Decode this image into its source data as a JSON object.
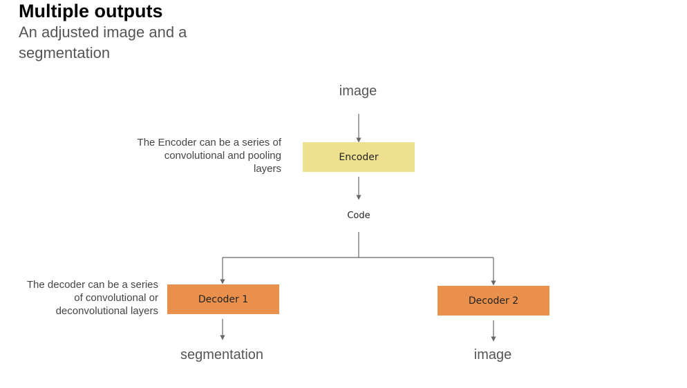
{
  "header": {
    "title": "Multiple outputs",
    "subtitle": "An adjusted image and a segmentation"
  },
  "diagram": {
    "input_label": "image",
    "encoder": {
      "label": "Encoder",
      "color": "#efe08f",
      "note": "The Encoder can be a series of convolutional and pooling layers"
    },
    "code_label": "Code",
    "decoder1": {
      "label": "Decoder 1",
      "color": "#e8904c",
      "output_label": "segmentation"
    },
    "decoder2": {
      "label": "Decoder 2",
      "color": "#e8904c",
      "output_label": "image"
    },
    "decoder_note": "The decoder can be a series of convolutional or deconvolutional layers",
    "arrow_color": "#666666"
  }
}
